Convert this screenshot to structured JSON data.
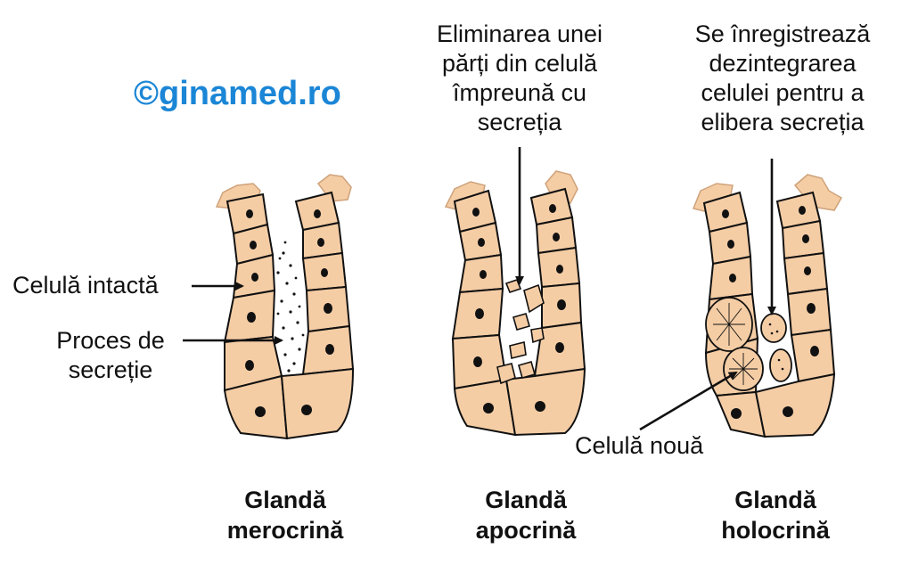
{
  "logo": "©ginamed.ro",
  "colors": {
    "logo": "#1b86d6",
    "cell_fill": "#f5cda5",
    "cell_edge": "#cfa27a",
    "outline": "#111111",
    "background": "#ffffff"
  },
  "labels": {
    "apocrine_caption": [
      "Eliminarea unei",
      "părți din celulă",
      "împreună cu",
      "secreția"
    ],
    "holocrine_caption": [
      "Se înregistrează",
      "dezintegrarea",
      "celulei pentru a",
      "elibera secreția"
    ],
    "intact_cell": "Celulă intactă",
    "secretion_process": [
      "Proces de",
      "secreție"
    ],
    "new_cell": "Celulă nouă"
  },
  "glands": [
    {
      "line1": "Glandă",
      "line2": "merocrină"
    },
    {
      "line1": "Glandă",
      "line2": "apocrină"
    },
    {
      "line1": "Glandă",
      "line2": "holocrină"
    }
  ]
}
